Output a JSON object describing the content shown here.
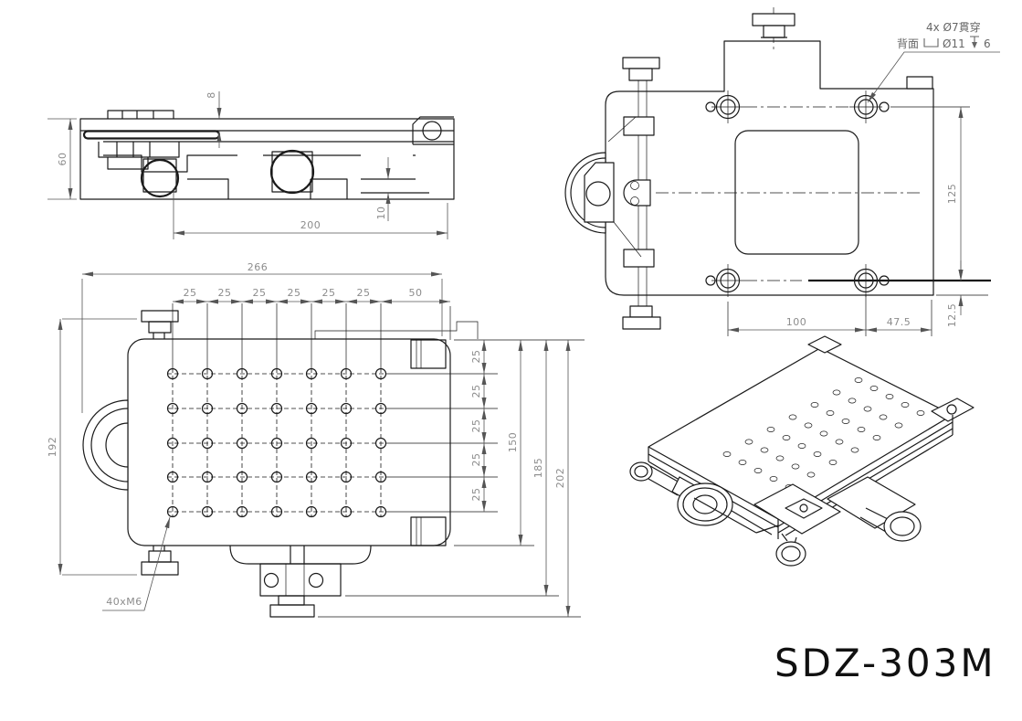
{
  "title_block": {
    "model": "SDZ-303M"
  },
  "colors": {
    "background": "#ffffff",
    "line": "#1a1a1a",
    "dimension_line": "#555555",
    "dimension_text": "#8c8c8c",
    "note_text": "#666666",
    "title_text": "#111111"
  },
  "side_view": {
    "dim_height": "60",
    "dim_plate_thickness": "8",
    "dim_length": "200",
    "dim_step": "10"
  },
  "plan_view": {
    "dim_overall_width": "266",
    "dim_pitch": "25",
    "dim_end_margin": "50",
    "dim_overall_height": "192",
    "dim_grid_height": "150",
    "dim_185": "185",
    "dim_202": "202",
    "hole_callout": "40xM6",
    "hole_grid": {
      "columns": 7,
      "rows": 5,
      "pitch_mm": 25,
      "thread": "M6"
    }
  },
  "back_view": {
    "dim_hole_vertical_pitch": "125",
    "dim_edge_offset_vertical": "12.5",
    "dim_hole_horizontal_pitch": "100",
    "dim_edge_offset_horizontal": "47.5",
    "note_line1": "4x Ø7貫穿",
    "note_line2_prefix": "背面",
    "note_line2_dia": "Ø11",
    "note_line2_depth": "6"
  }
}
